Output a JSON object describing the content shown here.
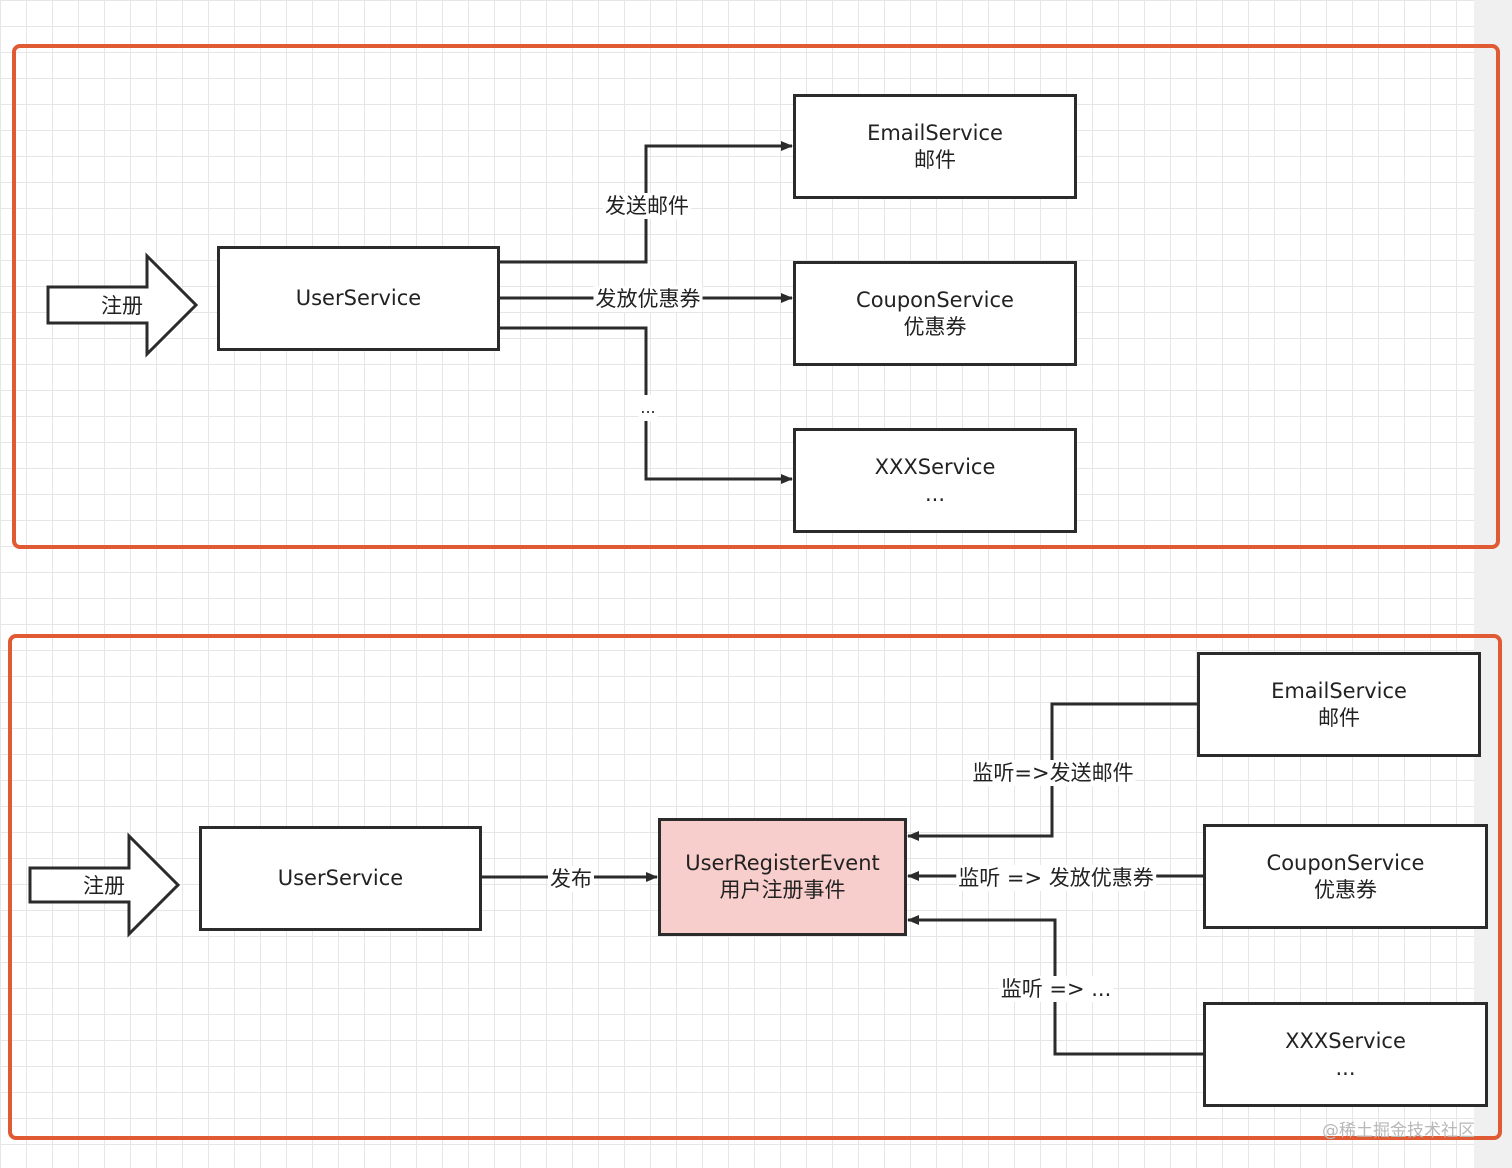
{
  "top": {
    "register_arrow": "注册",
    "user_service": "UserService",
    "email": {
      "name": "EmailService",
      "desc": "邮件"
    },
    "coupon": {
      "name": "CouponService",
      "desc": "优惠券"
    },
    "xxx": {
      "name": "XXXService",
      "desc": "..."
    },
    "edge_email": "发送邮件",
    "edge_coupon": "发放优惠券",
    "edge_xxx": "..."
  },
  "bottom": {
    "register_arrow": "注册",
    "user_service": "UserService",
    "edge_publish": "发布",
    "event": {
      "name": "UserRegisterEvent",
      "desc": "用户注册事件"
    },
    "email": {
      "name": "EmailService",
      "desc": "邮件"
    },
    "coupon": {
      "name": "CouponService",
      "desc": "优惠券"
    },
    "xxx": {
      "name": "XXXService",
      "desc": "..."
    },
    "edge_email": "监听=>发送邮件",
    "edge_coupon": "监听 => 发放优惠券",
    "edge_xxx": "监听 => ..."
  },
  "watermark": "@稀土掘金技术社区",
  "colors": {
    "frame": "#e05a33",
    "event_fill": "#f8cecc",
    "line": "#2b2b2b"
  }
}
